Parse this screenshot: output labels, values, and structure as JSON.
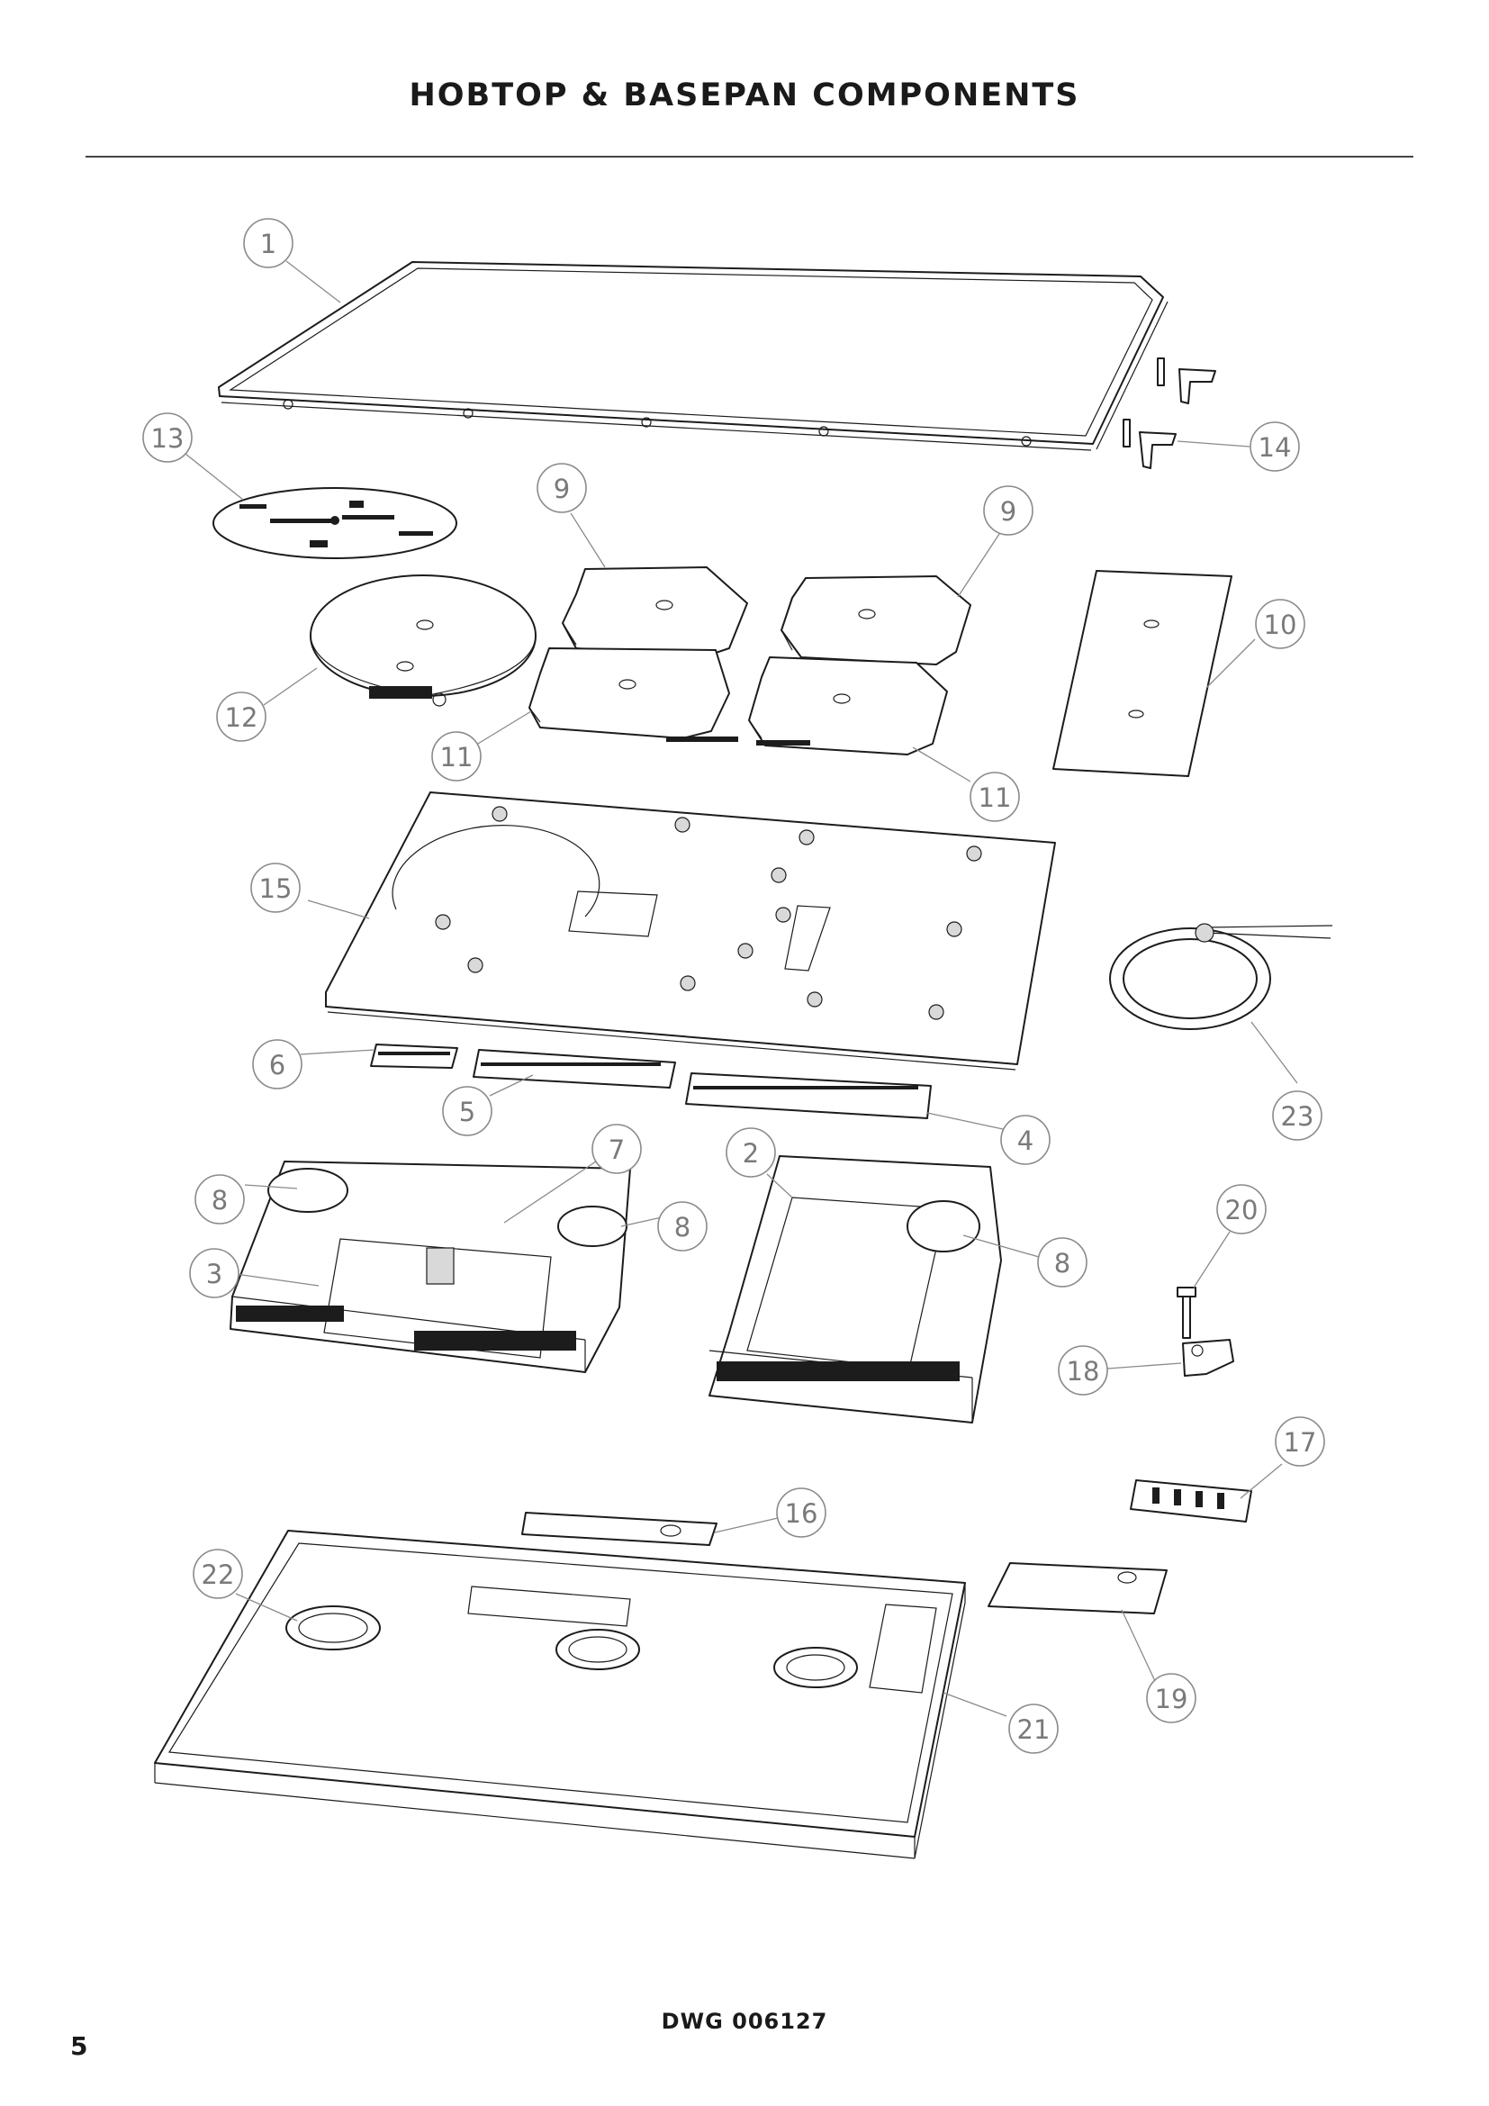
{
  "page": {
    "title": "HOBTOP & BASEPAN COMPONENTS",
    "drawing_number": "DWG 006127",
    "page_number": "5"
  },
  "callouts": [
    "1",
    "2",
    "3",
    "4",
    "5",
    "6",
    "7",
    "8",
    "8",
    "8",
    "9",
    "9",
    "10",
    "11",
    "11",
    "12",
    "13",
    "14",
    "15",
    "16",
    "17",
    "18",
    "19",
    "20",
    "21",
    "22",
    "23"
  ]
}
